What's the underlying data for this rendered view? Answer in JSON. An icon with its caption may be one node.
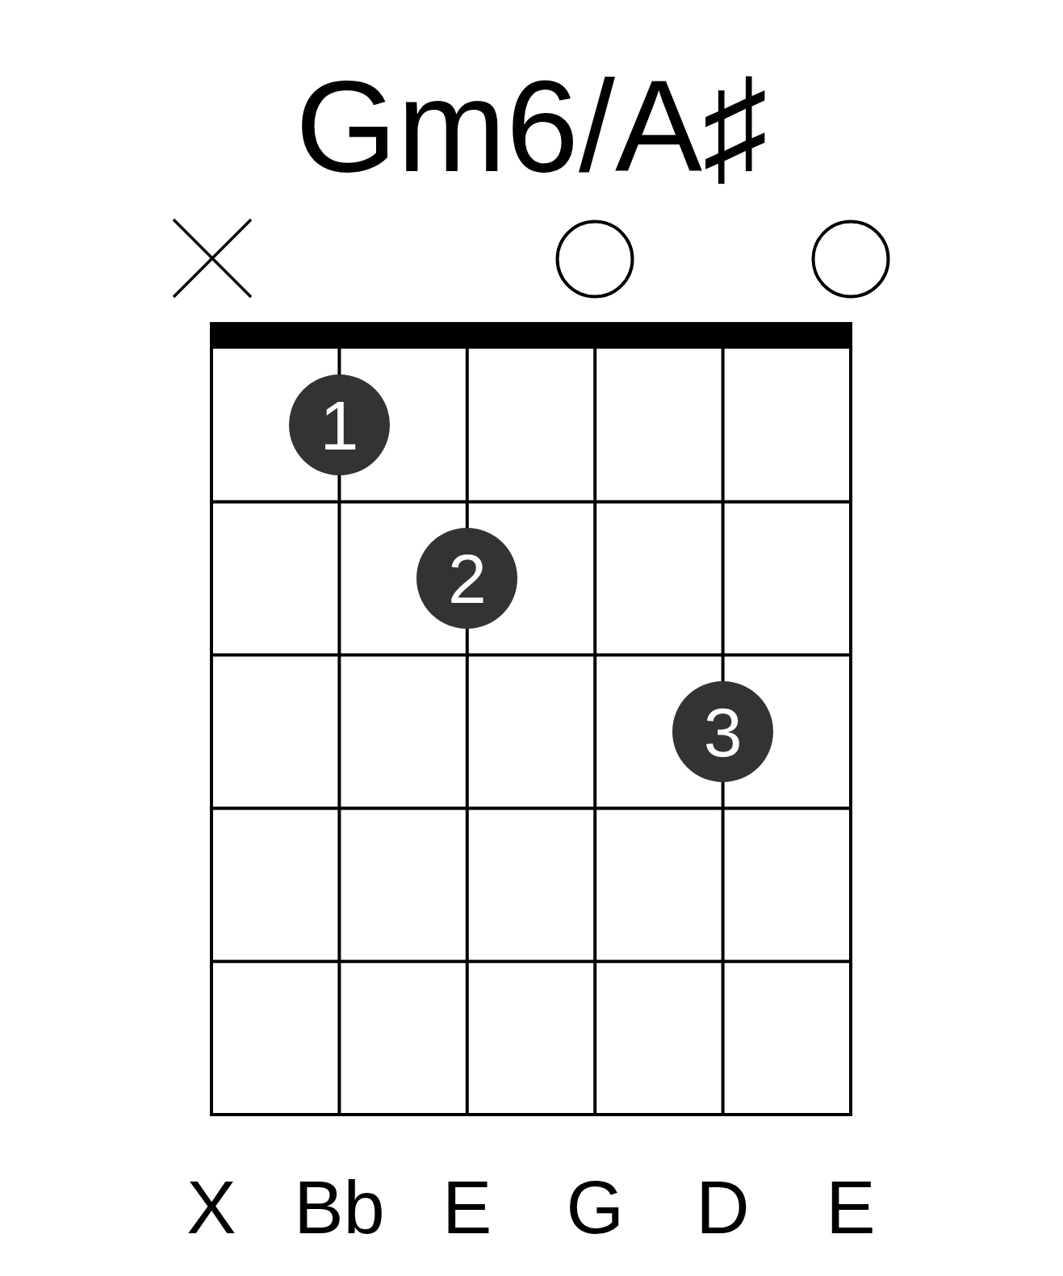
{
  "diagram": {
    "title": "Gm6/A♯",
    "nodes": [
      {
        "text": [
          "1"
        ]
      },
      {
        "text": [
          "2"
        ]
      },
      {
        "text": [
          "3"
        ]
      }
    ],
    "labels": [
      "X",
      "Bb",
      "E",
      "G",
      "D",
      "E"
    ]
  }
}
